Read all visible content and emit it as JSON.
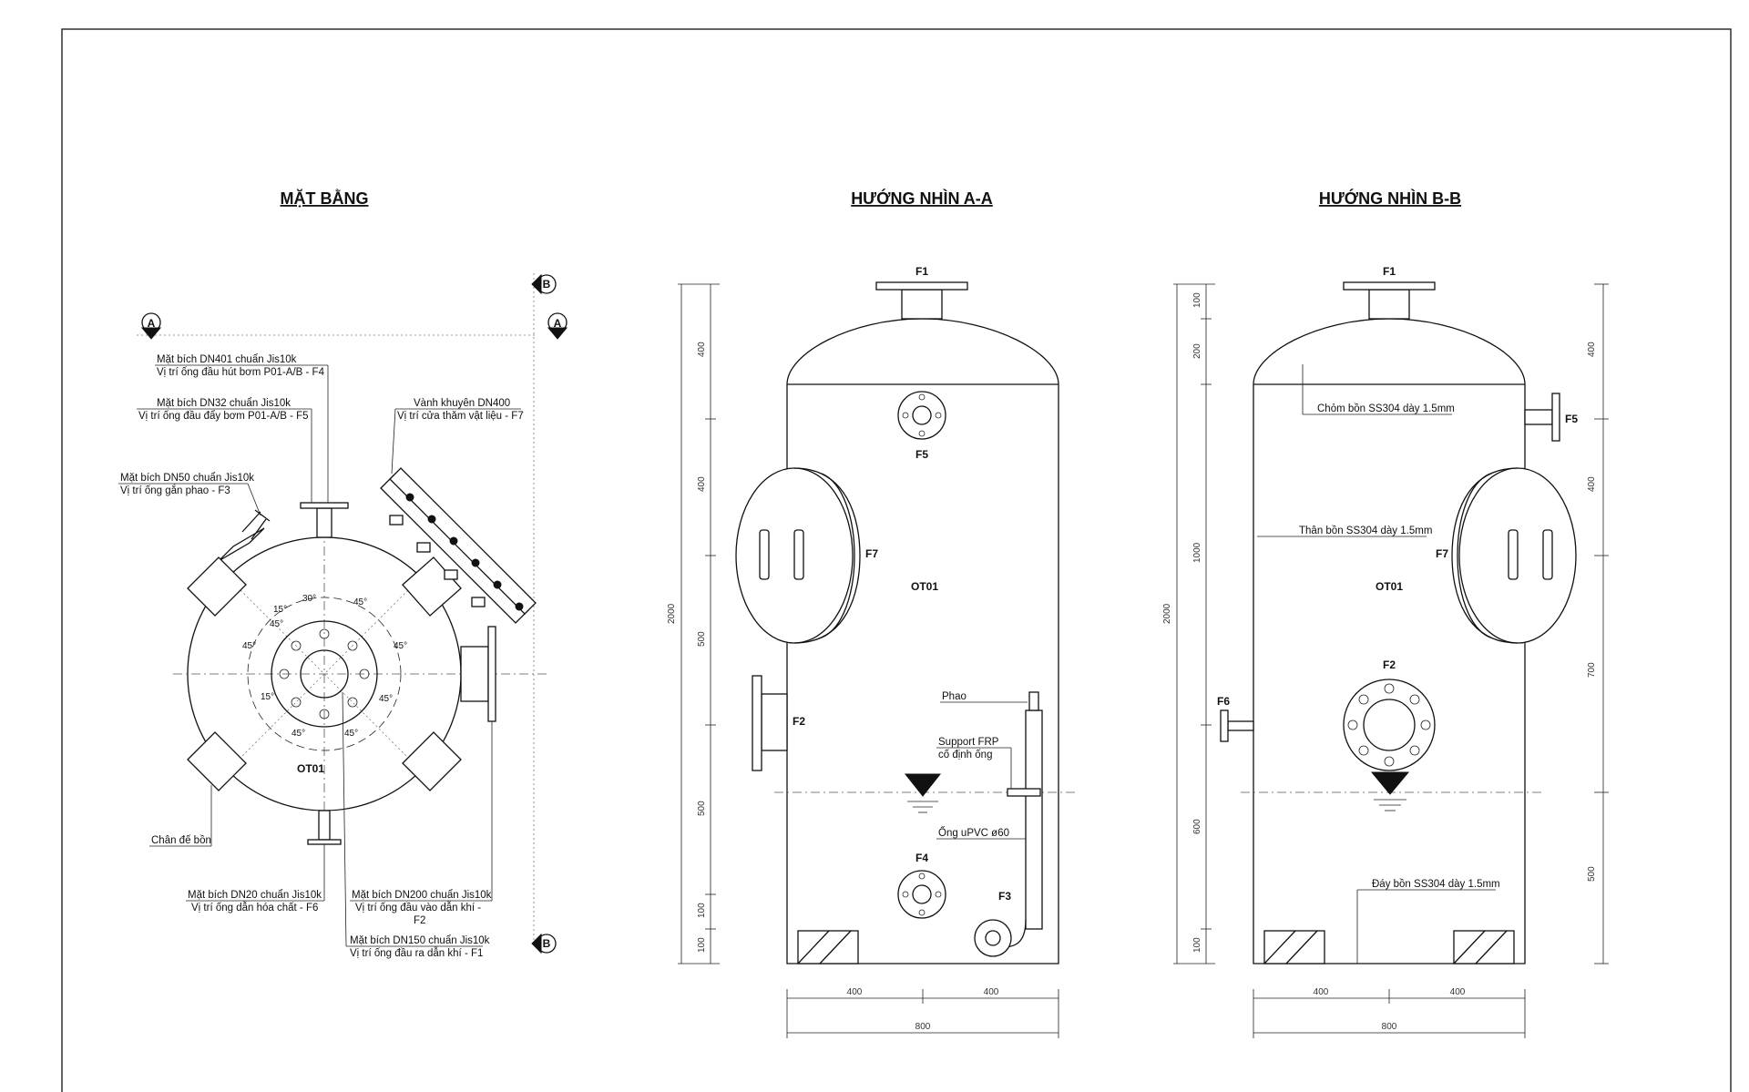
{
  "plan": {
    "title": "MẶT BẰNG",
    "tank_label": "OT01",
    "section_a": "A",
    "section_b": "B",
    "note_f4_line1": "Mặt bích DN401 chuẩn Jis10k",
    "note_f4_line2": "Vị trí ống đầu hút bơm P01-A/B - F4",
    "note_f5_line1": "Mặt bích DN32 chuẩn Jis10k",
    "note_f5_line2": "Vị trí ống đầu đẩy bơm P01-A/B - F5",
    "note_f3_line1": "Mặt bích DN50 chuẩn Jis10k",
    "note_f3_line2": "Vị trí ống gắn phao - F3",
    "note_f7_line1": "Vành khuyên DN400",
    "note_f7_line2": "Vị trí cửa thăm vật liệu - F7",
    "note_leg": "Chân đế bồn",
    "note_f6_line1": "Mặt bích DN20 chuẩn Jis10k",
    "note_f6_line2": "Vị trí ống dẫn hóa chất - F6",
    "note_f2_line1": "Mặt bích DN200 chuẩn Jis10k",
    "note_f2_line2": "Vị trí ống đầu vào dẫn khí -",
    "note_f2_line3": "F2",
    "note_f1_line1": "Mặt bích DN150 chuẩn Jis10k",
    "note_f1_line2": "Vị trí ống đầu ra dẫn khí - F1",
    "angles": [
      "30°",
      "15°",
      "45°",
      "45°",
      "45°",
      "45°",
      "45°",
      "15°",
      "45°",
      "45°"
    ]
  },
  "view_a": {
    "title": "HƯỚNG NHÌN A-A",
    "tank_label": "OT01",
    "f1": "F1",
    "f2": "F2",
    "f3": "F3",
    "f4": "F4",
    "f5": "F5",
    "f7": "F7",
    "note_float": "Phao",
    "note_support_line1": "Support FRP",
    "note_support_line2": "cố định ống",
    "note_pipe": "Ống uPVC ø60",
    "dims_left": [
      "2000",
      "400",
      "400",
      "500",
      "500",
      "100",
      "100"
    ],
    "dims_bottom": [
      "400",
      "400",
      "800"
    ]
  },
  "view_b": {
    "title": "HƯỚNG NHÌN B-B",
    "tank_label": "OT01",
    "f1": "F1",
    "f2": "F2",
    "f5": "F5",
    "f6": "F6",
    "f7": "F7",
    "note_top": "Chỏm bồn SS304 dày 1.5mm",
    "note_body": "Thân bồn SS304 dày 1.5mm",
    "note_bottom": "Đáy bồn SS304 dày 1.5mm",
    "dims_left": [
      "2000",
      "100",
      "200",
      "1000",
      "600",
      "100"
    ],
    "dims_right": [
      "400",
      "400",
      "700",
      "500"
    ],
    "dims_bottom": [
      "400",
      "400",
      "800"
    ]
  }
}
